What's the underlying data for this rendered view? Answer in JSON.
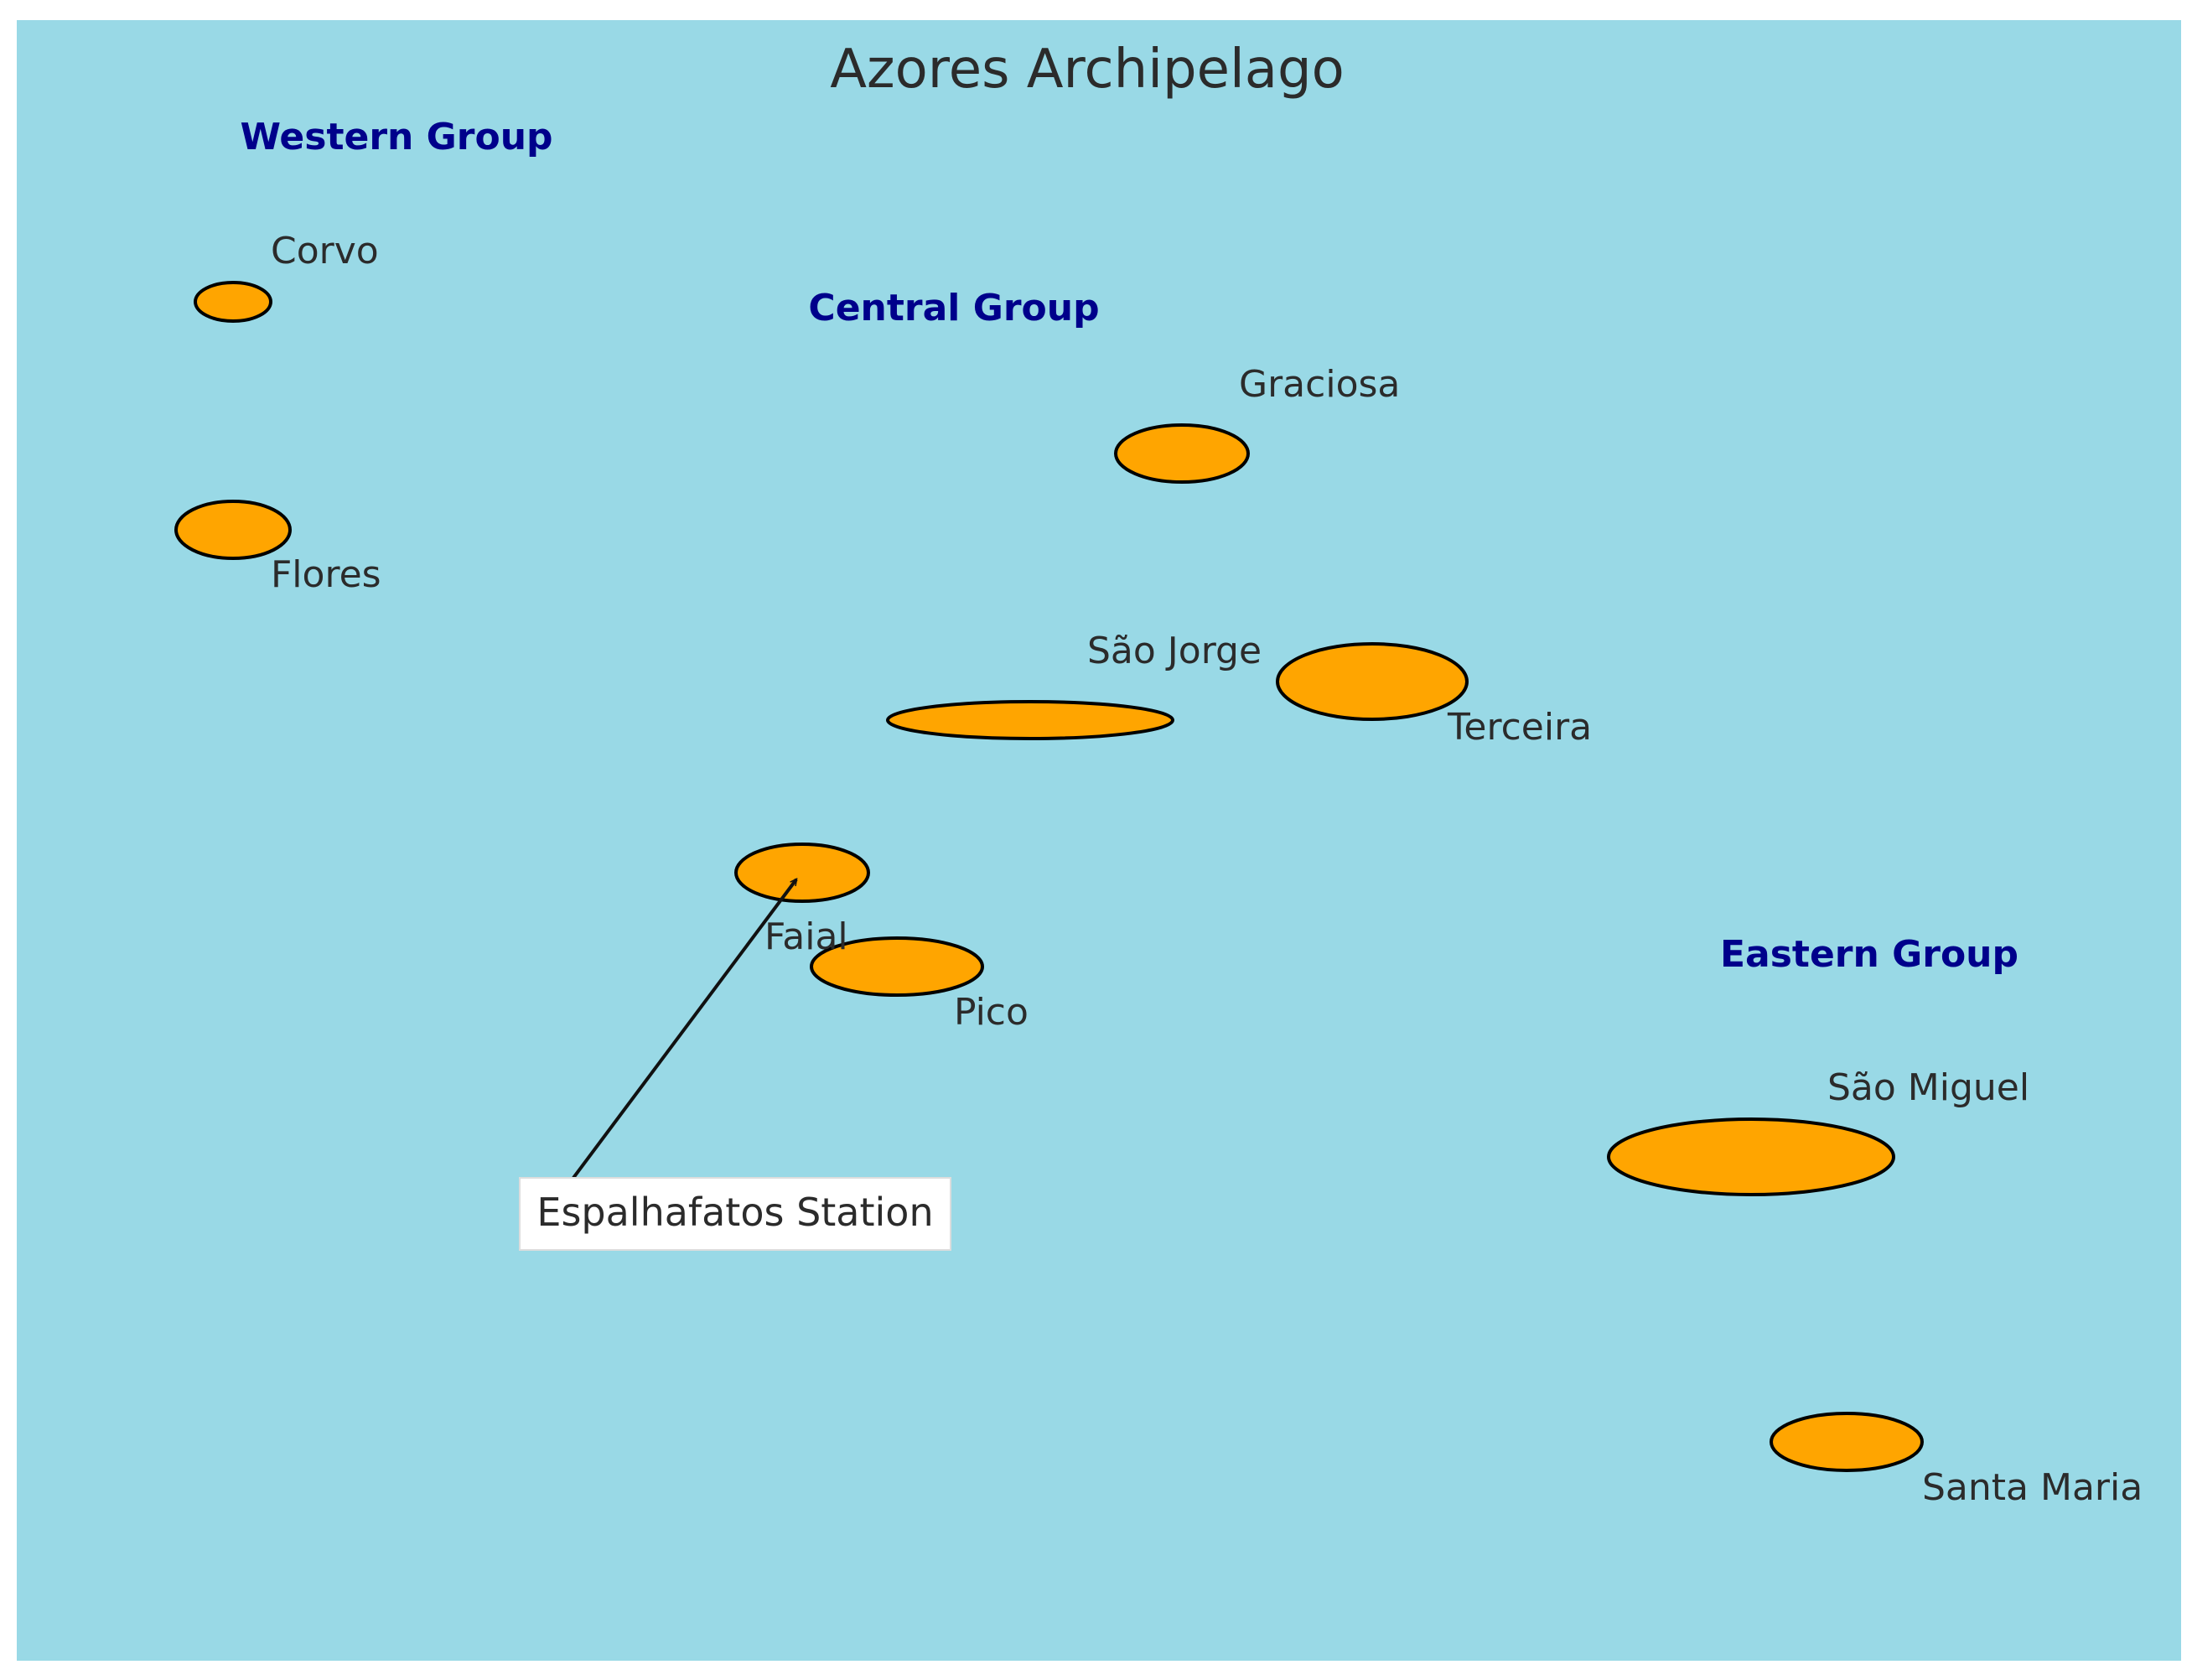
{
  "title": "Azores Archipelago",
  "colors": {
    "sea": "#99d9e6",
    "island_fill": "#ffa500",
    "island_edge": "#000000",
    "group_label": "#00008b",
    "text": "#2b2b2b"
  },
  "groups": [
    {
      "id": "western",
      "label": "Western Group"
    },
    {
      "id": "central",
      "label": "Central Group"
    },
    {
      "id": "eastern",
      "label": "Eastern Group"
    }
  ],
  "islands": [
    {
      "id": "corvo",
      "name": "Corvo"
    },
    {
      "id": "flores",
      "name": "Flores"
    },
    {
      "id": "graciosa",
      "name": "Graciosa"
    },
    {
      "id": "sao-jorge",
      "name": "São Jorge"
    },
    {
      "id": "terceira",
      "name": "Terceira"
    },
    {
      "id": "faial",
      "name": "Faial"
    },
    {
      "id": "pico",
      "name": "Pico"
    },
    {
      "id": "sao-miguel",
      "name": "São Miguel"
    },
    {
      "id": "santa-maria",
      "name": "Santa Maria"
    }
  ],
  "annotation": {
    "label": "Espalhafatos Station",
    "target": "faial"
  }
}
